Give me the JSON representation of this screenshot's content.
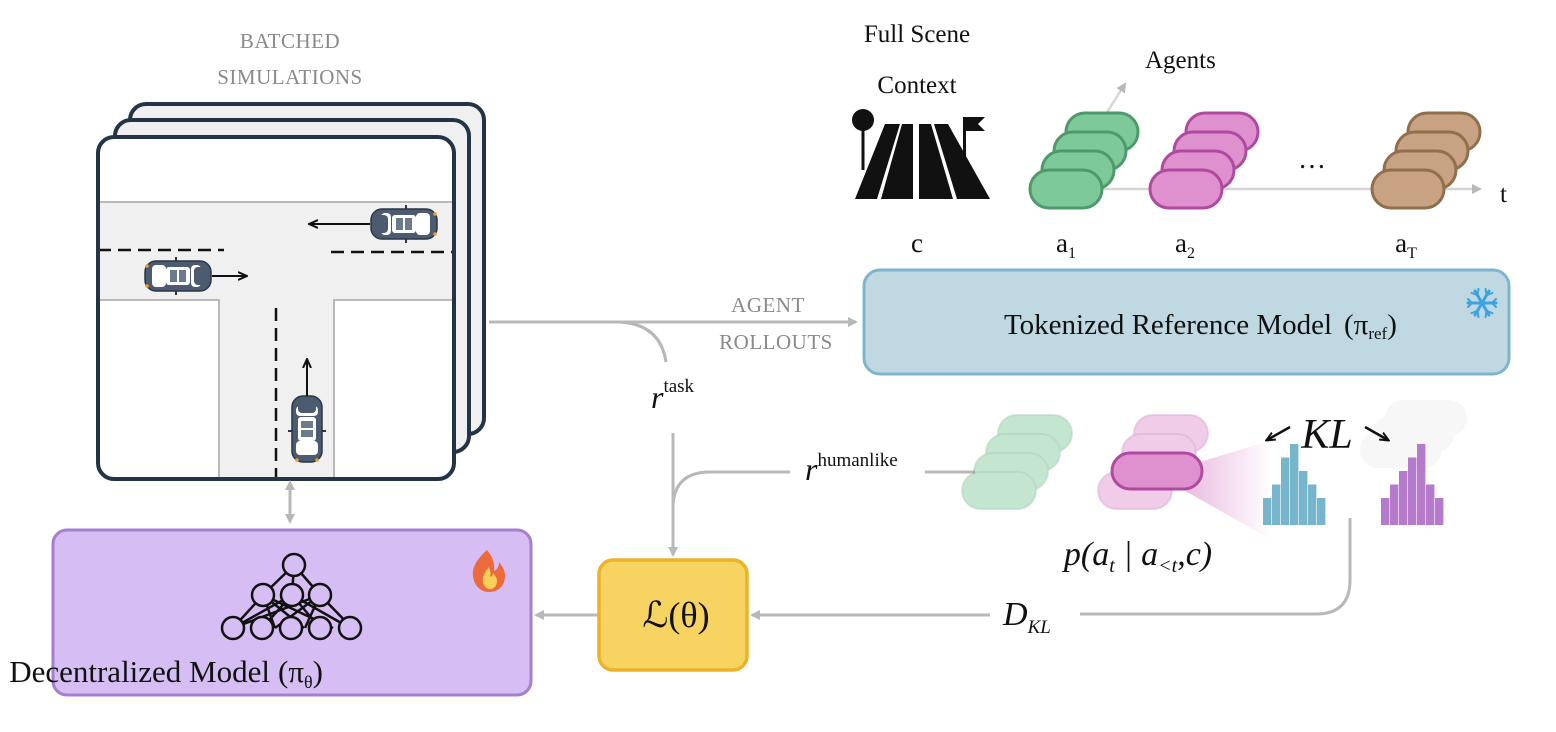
{
  "title": "Batched simulation RL fine-tuning with humanlike KL regularization",
  "simulations": {
    "label_line1": "BATCHED",
    "label_line2": "SIMULATIONS",
    "stack_count": 3
  },
  "scene_context": {
    "label_line1": "Full Scene",
    "label_line2": "Context",
    "symbol": "c",
    "icon": "road-with-flag-icon"
  },
  "token_sequence": {
    "axis_agents_label": "Agents",
    "axis_time_label": "t",
    "ellipsis": "…",
    "tokens": [
      {
        "symbol": "a",
        "sub": "1",
        "color": "#7dc99a",
        "stroke": "#4e9a6a"
      },
      {
        "symbol": "a",
        "sub": "2",
        "color": "#de90cf",
        "stroke": "#b04aa0"
      },
      {
        "symbol": "a",
        "sub": "T",
        "color": "#c9a183",
        "stroke": "#8f6f4c"
      }
    ]
  },
  "flows": {
    "agent_rollouts_line1": "AGENT",
    "agent_rollouts_line2": "ROLLOUTS",
    "r_task": {
      "base": "r",
      "sup": "task"
    },
    "r_humanlike": {
      "base": "r",
      "sup": "humanlike"
    },
    "d_kl": {
      "base": "D",
      "sub": "KL"
    }
  },
  "reference_model": {
    "label": "Tokenized Reference Model",
    "symbol": "π",
    "sub": "ref",
    "status_icon": "snowflake-icon",
    "fill": "#bfd8e1",
    "stroke": "#7fb5cc"
  },
  "decentralized_model": {
    "label": "Decentralized Model",
    "symbol": "π",
    "sub": "θ",
    "status_icon": "fire-icon",
    "fill": "#d6bdf3",
    "stroke": "#a47fd0"
  },
  "loss": {
    "label": "ℒ(θ)",
    "fill": "#f7d462",
    "stroke": "#ecb22a"
  },
  "distribution": {
    "formula": "p(a_t | a_<t, c)",
    "kl_label": "KL",
    "histograms": [
      {
        "name": "reference",
        "color": "#77b5cc",
        "values": [
          2,
          3,
          5,
          6,
          4,
          3,
          2
        ]
      },
      {
        "name": "policy",
        "color": "#b57acb",
        "values": [
          2,
          3,
          4,
          5,
          6,
          3,
          2
        ]
      }
    ]
  }
}
